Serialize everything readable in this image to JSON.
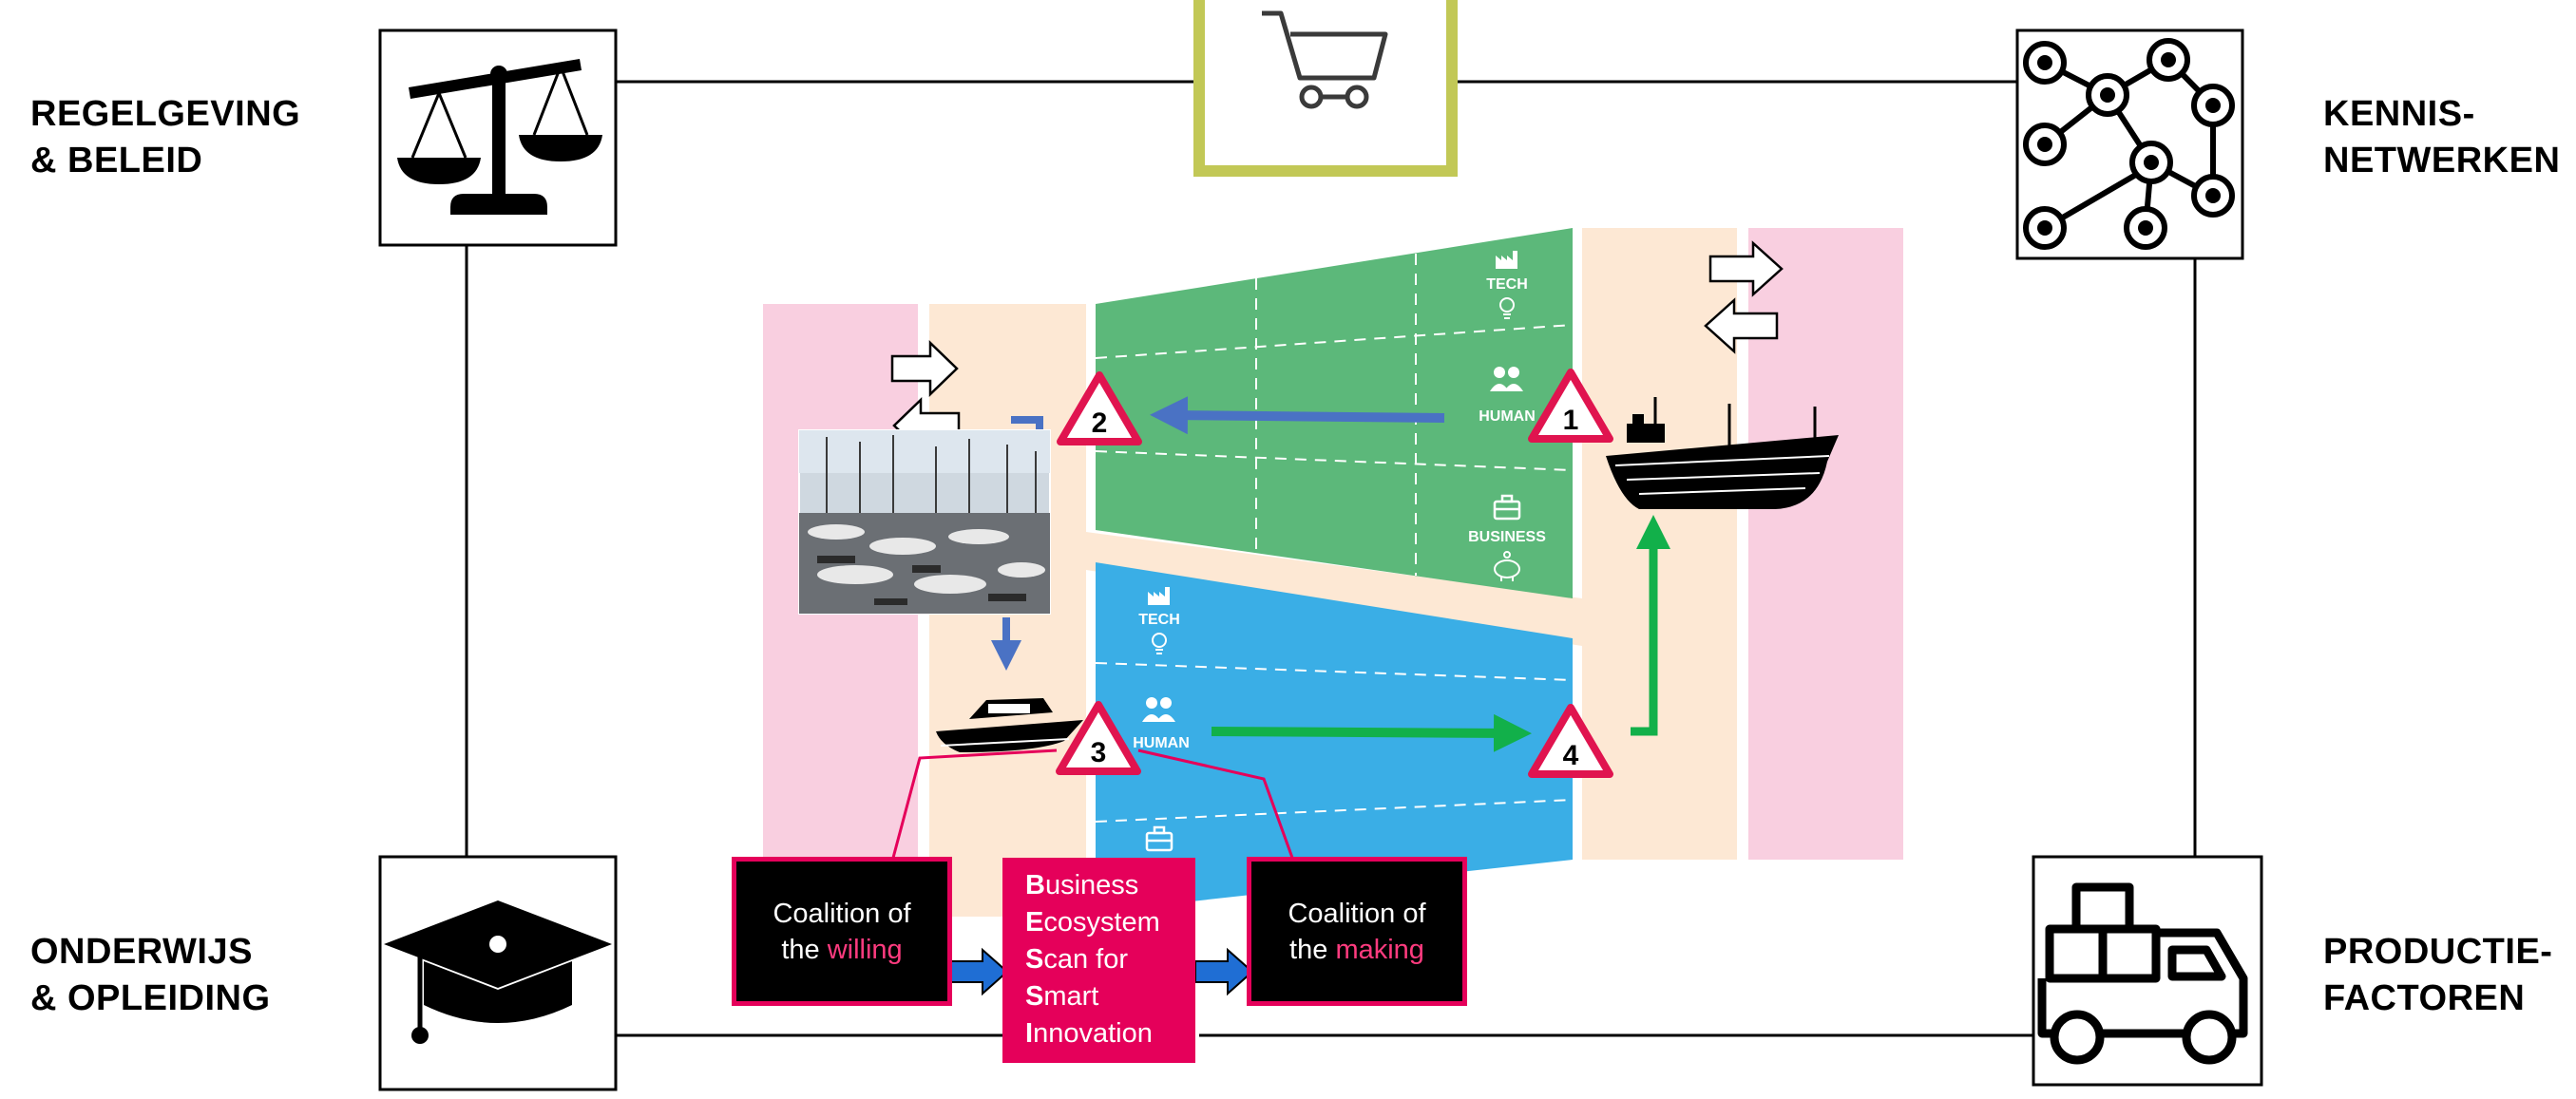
{
  "corners": {
    "top_left": {
      "line1": "REGELGEVING",
      "line2": "& BELEID",
      "icon": "scales-icon"
    },
    "top_right": {
      "line1": "KENNIS-",
      "line2": "NETWERKEN",
      "icon": "network-icon"
    },
    "bottom_left": {
      "line1": "ONDERWIJS",
      "line2": "& OPLEIDING",
      "icon": "graduation-cap-icon"
    },
    "bottom_right": {
      "line1": "PRODUCTIE-",
      "line2": "FACTOREN",
      "icon": "truck-icon"
    }
  },
  "top_center_icon": "shopping-cart-icon",
  "fields": {
    "green": {
      "tech": "TECH",
      "human": "HUMAN",
      "business": "BUSINESS"
    },
    "blue": {
      "tech": "TECH",
      "human": "HUMAN"
    }
  },
  "markers": [
    "1",
    "2",
    "3",
    "4"
  ],
  "coalition_willing": {
    "prefix": "Coalition of",
    "the": "the",
    "highlight": "willing"
  },
  "coalition_making": {
    "prefix": "Coalition of",
    "the": "the",
    "highlight": "making"
  },
  "bessi": [
    {
      "initial": "B",
      "rest": "usiness"
    },
    {
      "initial": "E",
      "rest": "cosystem"
    },
    {
      "initial": "S",
      "rest": "can for"
    },
    {
      "initial": "S",
      "rest": "mart"
    },
    {
      "initial": "I",
      "rest": "nnovation"
    }
  ],
  "colors": {
    "green_field": "#5cb87a",
    "blue_field": "#3aaee6",
    "pink_band": "#f9cfe0",
    "beige_band": "#fde8d4",
    "accent": "#e5005a",
    "arrow_blue": "#4a72c4",
    "arrow_green": "#12b04a",
    "cart_frame": "#c2c856"
  }
}
